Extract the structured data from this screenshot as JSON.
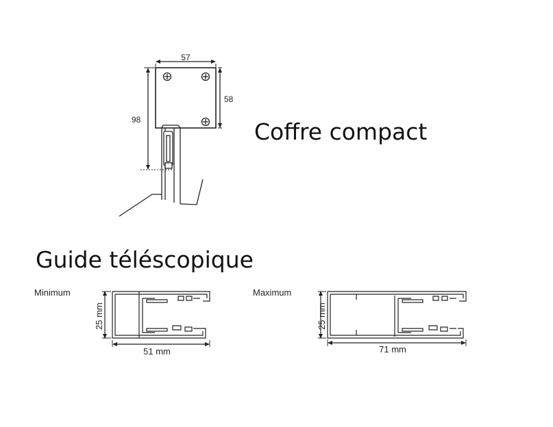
{
  "coffre": {
    "title": "Coffre compact",
    "width_label": "57",
    "height_label": "58",
    "total_height_label": "98"
  },
  "guide": {
    "title": "Guide téléscopique",
    "minimum": {
      "label": "Minimum",
      "height_label": "25 mm",
      "width_label": "51 mm"
    },
    "maximum": {
      "label": "Maximum",
      "height_label": "25 mm",
      "width_label": "71 mm"
    }
  }
}
